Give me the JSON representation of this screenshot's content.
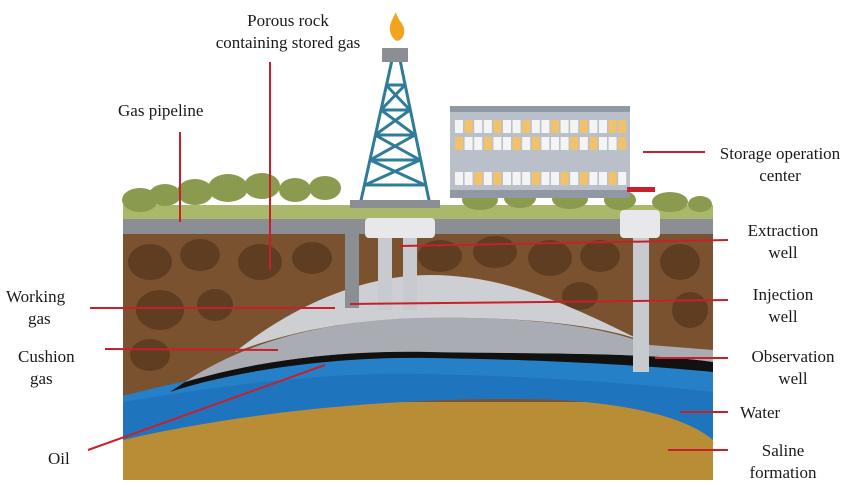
{
  "labels": {
    "porous_rock_line1": "Porous rock",
    "porous_rock_line2": "containing stored gas",
    "gas_pipeline": "Gas pipeline",
    "storage_center_line1": "Storage operation",
    "storage_center_line2": "center",
    "extraction_line1": "Extraction",
    "extraction_line2": "well",
    "working_gas_line1": "Working",
    "working_gas_line2": "gas",
    "injection_line1": "Injection",
    "injection_line2": "well",
    "cushion_gas_line1": "Cushion",
    "cushion_gas_line2": "gas",
    "observation_line1": "Observation",
    "observation_line2": "well",
    "water": "Water",
    "oil": "Oil",
    "saline_line1": "Saline",
    "saline_line2": "formation"
  },
  "colors": {
    "leader_line": "#c8202a",
    "rock": "#7a5230",
    "rock_blob": "#5c3b1f",
    "grass": "#a9b86a",
    "bush": "#8a9a4e",
    "working_gas": "#cdcfd3",
    "cushion_gas": "#a9adb3",
    "oil": "#111111",
    "water": "#1f74be",
    "saline": "#c69a40",
    "derrick": "#2f7b9a",
    "building": "#b9c0c9",
    "window_lit": "#f2c26b",
    "window_dark": "#f4f4f4",
    "flame": "#f2a51c"
  },
  "icons": {
    "flame": "flame-icon",
    "derrick": "drilling-rig-icon",
    "building": "building-icon"
  }
}
